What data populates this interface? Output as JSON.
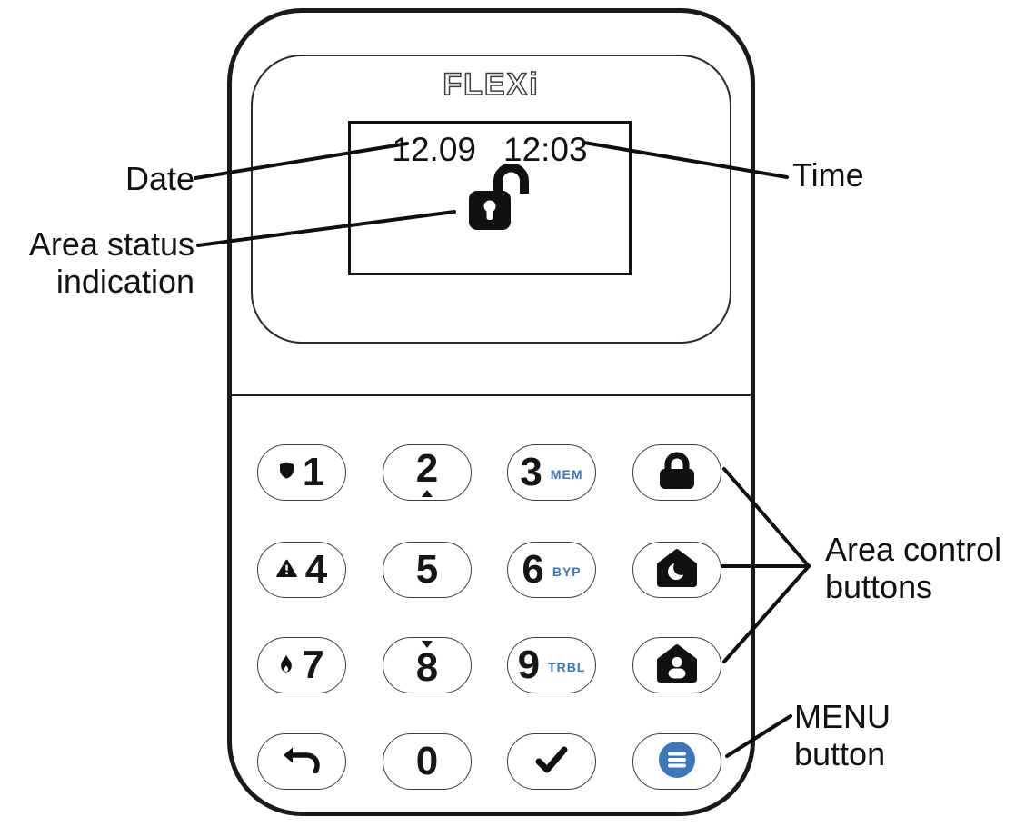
{
  "device": {
    "brand_logo": "FLEXi",
    "display": {
      "date": "12.09",
      "time": "12:03",
      "status_icon": "unlocked-padlock-icon"
    }
  },
  "annotations": {
    "date": "Date",
    "time": "Time",
    "area_status": [
      "Area status",
      "indication"
    ],
    "area_control": [
      "Area control",
      "buttons"
    ],
    "menu": [
      "MENU",
      "button"
    ]
  },
  "keypad": {
    "buttons": [
      {
        "name": "key-1",
        "label": "1",
        "icon": "shield-icon"
      },
      {
        "name": "key-2",
        "label": "2",
        "hint_icon": "triangle-up"
      },
      {
        "name": "key-3",
        "label": "3",
        "sublabel": "MEM"
      },
      {
        "name": "arm-away",
        "icon": "lock-icon"
      },
      {
        "name": "key-4",
        "label": "4",
        "icon": "warning-icon"
      },
      {
        "name": "key-5",
        "label": "5"
      },
      {
        "name": "key-6",
        "label": "6",
        "sublabel": "BYP"
      },
      {
        "name": "arm-night",
        "icon": "night-home-icon"
      },
      {
        "name": "key-7",
        "label": "7",
        "icon": "fire-icon"
      },
      {
        "name": "key-8",
        "label": "8",
        "hint_icon": "triangle-down"
      },
      {
        "name": "key-9",
        "label": "9",
        "sublabel": "TRBL"
      },
      {
        "name": "arm-stay",
        "icon": "stay-home-icon"
      },
      {
        "name": "back",
        "icon": "back-arrow-icon"
      },
      {
        "name": "key-0",
        "label": "0"
      },
      {
        "name": "ok",
        "icon": "check-icon"
      },
      {
        "name": "menu",
        "icon": "menu-icon"
      }
    ]
  },
  "colors": {
    "accent_blue": "#3B76C2",
    "ink": "#111111"
  }
}
